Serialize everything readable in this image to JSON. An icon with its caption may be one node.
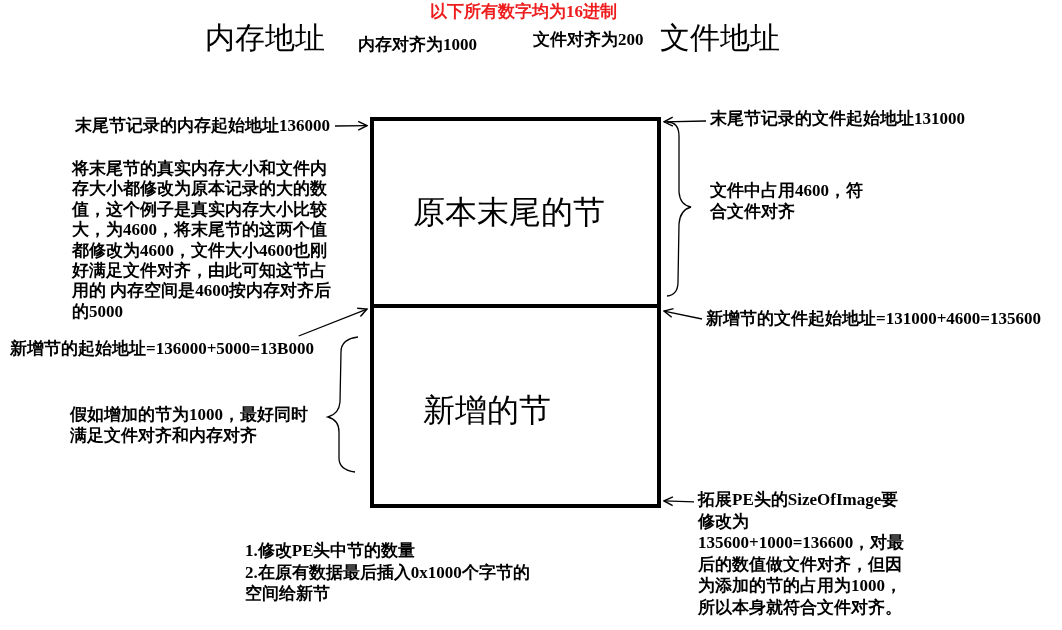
{
  "diagram": {
    "nodes": [
      {
        "text": [
          "末尾节记录的内存起始地址136000"
        ]
      },
      {
        "text": [
          "末尾节记录的文件起始地址131000"
        ]
      },
      {
        "text": [
          "原本末尾的节"
        ]
      },
      {
        "text": [
          "新增节的起始地址=136000+5000=13B000"
        ]
      },
      {
        "text": [
          "新增节的文件起始地址=131000+4600=135600"
        ]
      },
      {
        "text": [
          "新增的节"
        ]
      },
      {
        "text": [
          "拓展PE头的SizeOfImage要修改为135600+1000=136600，对最后的数值做文件对齐，但因为添加的节的占用为1000，所以本身就符合文件对齐。"
        ]
      }
    ],
    "edges": [
      {
        "from": 0,
        "to": 2,
        "arrow": "to"
      },
      {
        "from": 1,
        "to": 2,
        "arrow": "to"
      },
      {
        "from": 3,
        "to": 5,
        "arrow": "to"
      },
      {
        "from": 4,
        "to": 5,
        "arrow": "to"
      },
      {
        "from": 6,
        "to": 5,
        "arrow": "to"
      }
    ],
    "labels": [
      "以下所有数字均为16进制",
      "内存地址",
      "内存对齐为1000",
      "文件对齐为200",
      "文件地址",
      "将末尾节的真实内存大小和文件内存大小都修改为原本记录的大的数值，这个例子是真实内存大小比较大，为4600，将末尾节的这两个值都修改为4600，文件大小4600也刚好满足文件对齐，由此可知这节占用的 内存空间是4600按内存对齐后的5000",
      "文件中占用4600，符合文件对齐",
      "假如增加的节为1000，最好同时满足文件对齐和内存对齐",
      "1.修改PE头中节的数量",
      "2.在原有数据最后插入0x1000个字节的空间给新节"
    ]
  }
}
